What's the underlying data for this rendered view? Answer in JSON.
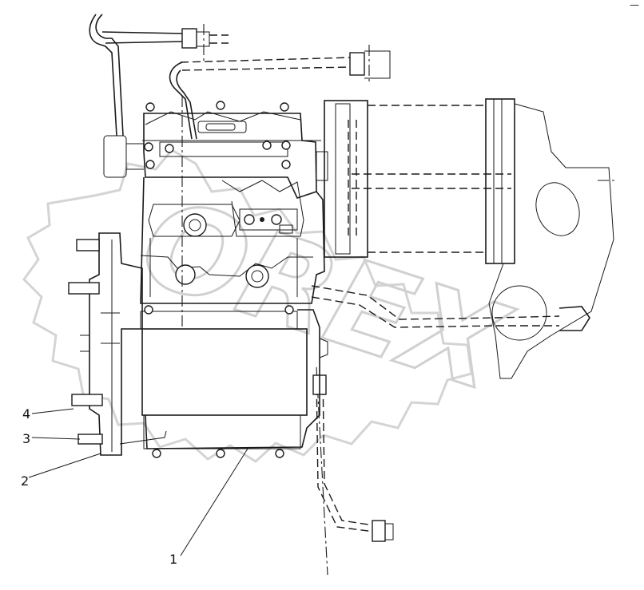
{
  "watermark": {
    "text": "OREX"
  },
  "corner_mark": "—",
  "callouts": [
    {
      "id": "1",
      "label": "1"
    },
    {
      "id": "2",
      "label": "2"
    },
    {
      "id": "3",
      "label": "3"
    },
    {
      "id": "4",
      "label": "4"
    }
  ]
}
